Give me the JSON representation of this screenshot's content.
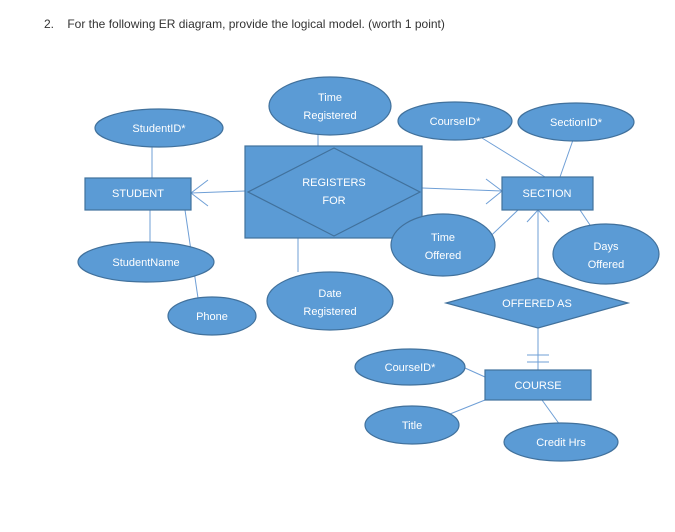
{
  "question": {
    "number": "2.",
    "text": "For the following ER diagram, provide the logical model. (worth 1 point)"
  },
  "colors": {
    "shape_fill": "#5b9bd5",
    "shape_stroke": "#41719c",
    "connector": "#6f9fd6",
    "text": "#ffffff"
  },
  "entities": {
    "student": "STUDENT",
    "section": "SECTION",
    "course": "COURSE"
  },
  "relationships": {
    "registers_for": [
      "REGISTERS",
      "FOR"
    ],
    "offered_as": "OFFERED AS"
  },
  "attributes": {
    "student_id": "StudentID*",
    "student_name": "StudentName",
    "phone": "Phone",
    "time_registered": [
      "Time",
      "Registered"
    ],
    "date_registered": [
      "Date",
      "Registered"
    ],
    "section_course_id": "CourseID*",
    "section_id": "SectionID*",
    "time_offered": [
      "Time",
      "Offered"
    ],
    "days_offered": [
      "Days",
      "Offered"
    ],
    "course_course_id": "CourseID*",
    "title": "Title",
    "credit_hrs": "Credit Hrs"
  }
}
